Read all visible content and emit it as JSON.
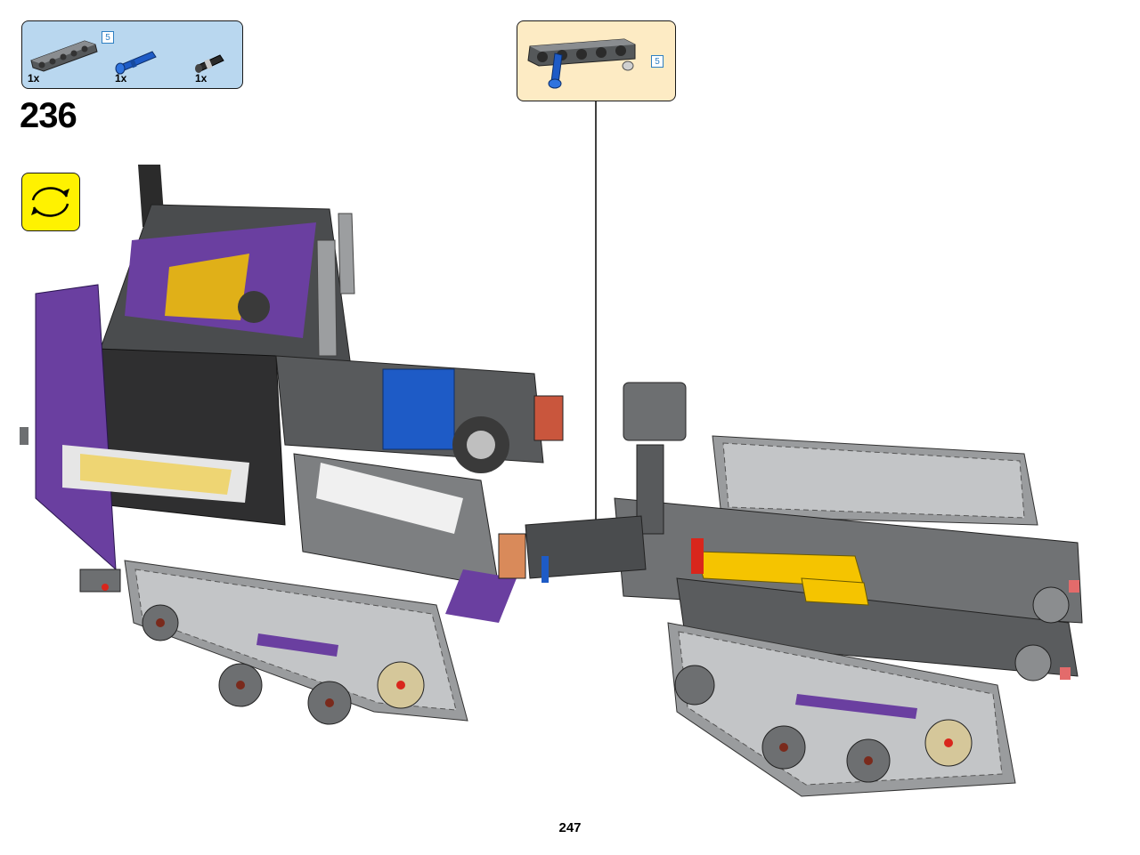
{
  "parts_list": {
    "items": [
      {
        "name": "technic-liftarm-5",
        "quantity": "1x",
        "length_badge": "5",
        "color": "#6b6e70"
      },
      {
        "name": "technic-axle-pin",
        "quantity": "1x",
        "color": "#1e5bc6"
      },
      {
        "name": "technic-pin-with-stop",
        "quantity": "1x",
        "color": "#2a2a2a"
      }
    ]
  },
  "step": {
    "number": "236"
  },
  "rotate_callout": {
    "icon": "rotate-arrows-icon",
    "color": "#fff200"
  },
  "subassembly": {
    "length_badge": "5",
    "color": "#fdebc4"
  },
  "model": {
    "description_icon": "vehicle-model",
    "accent_colors": [
      "#6a3fa0",
      "#f5c400",
      "#1e5bc6",
      "#d9261c"
    ]
  },
  "page": {
    "number": "247"
  }
}
